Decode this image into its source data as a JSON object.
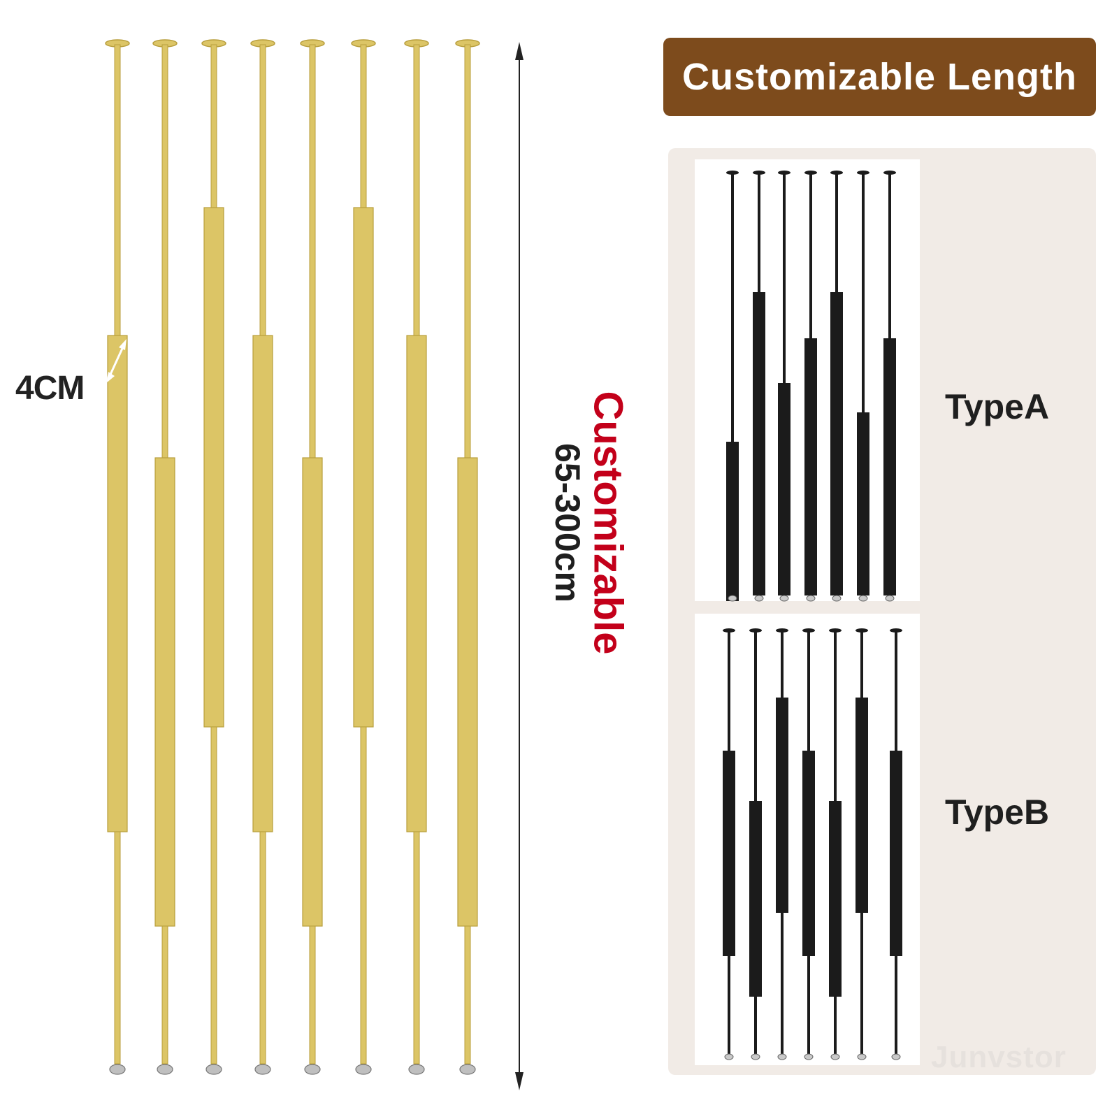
{
  "banner": {
    "title": "Customizable Length"
  },
  "dimension": {
    "width_label": "4CM"
  },
  "length": {
    "heading": "Customizable",
    "range": "65-300cm"
  },
  "types": {
    "a": {
      "label": "TypeA"
    },
    "b": {
      "label": "TypeB"
    }
  },
  "watermark": "Junvstor",
  "colors": {
    "gold": "#dcc566",
    "gold_dark": "#b89e3c",
    "black_rod": "#1b1b1b",
    "banner": "#7d4b1c",
    "panel": "#f1ebe6",
    "accent_red": "#c3001a"
  }
}
